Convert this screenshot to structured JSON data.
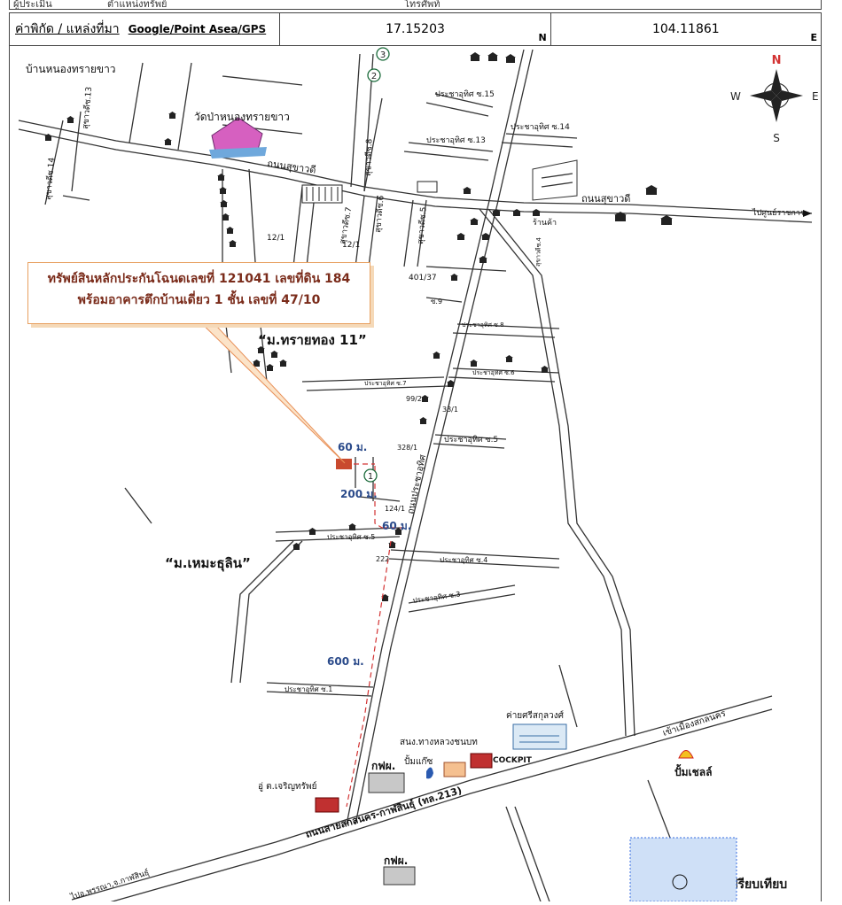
{
  "header": {
    "top_fragments": [
      "ผู้ประเมิน",
      "ตำแหน่งทรัพย์",
      "โทรศัพท์"
    ],
    "label": "ค่าพิกัด / แหล่งที่มา",
    "source_prefix": "Google/Point Asea/",
    "source_gps": "GPS",
    "lat": "17.15203",
    "lat_suffix": "N",
    "lon": "104.11861",
    "lon_suffix": "E"
  },
  "map": {
    "village_top_left": "บ้านหนองทรายขาว",
    "temple": "วัดป่าหนองทรายขาว",
    "road_main_east_west": "ถนนสุขาวดี",
    "road_east": "ถนนสุขาวดี",
    "to_ratchakan": "ไปศูนย์ราชการ",
    "road_highway": "ถนนสายสกลนคร-กาฬสินธุ์ (ทล.213)",
    "to_sakon": "เข้าเมืองสกลนคร",
    "to_phan": "ไปอ.พรรณา,จ.กาฬสินธุ์",
    "road_prachauthit": "ถนนประชาอุทิศ",
    "village_a": "“ม.ทรายทอง 11”",
    "village_b": "“ม.เหมะธุลิน”",
    "camp": "ค่ายศรีสกุลวงศ์",
    "highway_office": "สนง.ทางหลวงชนบท",
    "ptt": "ปั้มแก๊ซ",
    "cockpit": "COCKPIT",
    "pea1": "กฟผ.",
    "pea2": "กฟผ.",
    "garage": "อู่ ต.เจริญทรัพย์",
    "shell": "ปั้มเชลล์",
    "shop": "ร้านค้า",
    "compare": "ข้อมูลเปรียบเทียบ",
    "distances": {
      "d60a": "60 ม.",
      "d200": "200 ม.",
      "d60b": "60 ม.",
      "d600": "600 ม."
    },
    "markers": [
      "1",
      "2",
      "3"
    ],
    "house_numbers": [
      "12/1",
      "12/1",
      "401/37",
      "99/2",
      "33/1",
      "328/1",
      "124/1",
      "222"
    ],
    "soi": {
      "s13": "สุขาวดีซ.13",
      "s14": "สุขาวดีซ.14",
      "s8": "สุขาวดีซ.8",
      "s7": "สุขาวดีซ.7",
      "s6": "สุขาวดีซ.6",
      "s5": "สุขาวดีซ.5",
      "s4": "สุขาวดีซ.4",
      "p15": "ประชาอุทิศ ซ.15",
      "p14": "ประชาอุทิศ ซ.14",
      "p13": "ประชาอุทิศ ซ.13",
      "p9": "ซ.9",
      "p8": "ประชาอุทิศ ซ.8",
      "p7": "ประชาอุทิศ ซ.7",
      "p6": "ประชาอุทิศ ซ.6",
      "p5": "ประชาอุทิศ ซ.5",
      "p5b": "ประชาอุทิศ ซ.5",
      "p4": "ประชาอุทิศ ซ.4",
      "p3": "ประชาอุทิศ ซ.3",
      "p1": "ประชาอุทิศ ซ.1"
    },
    "compass": {
      "n": "N",
      "s": "S",
      "e": "E",
      "w": "W"
    }
  },
  "callout": {
    "line1": "ทรัพย์สินหลักประกันโฉนดเลขที่ 121041 เลขที่ดิน 184",
    "line2": "พร้อมอาคารตึกบ้านเดี่ยว 1 ชั้น เลขที่ 47/10"
  },
  "colors": {
    "road": "#333333",
    "callout_text": "#7a2b1a",
    "distance": "#2a4a8a",
    "route": "#d33333",
    "north": "#d33333"
  }
}
